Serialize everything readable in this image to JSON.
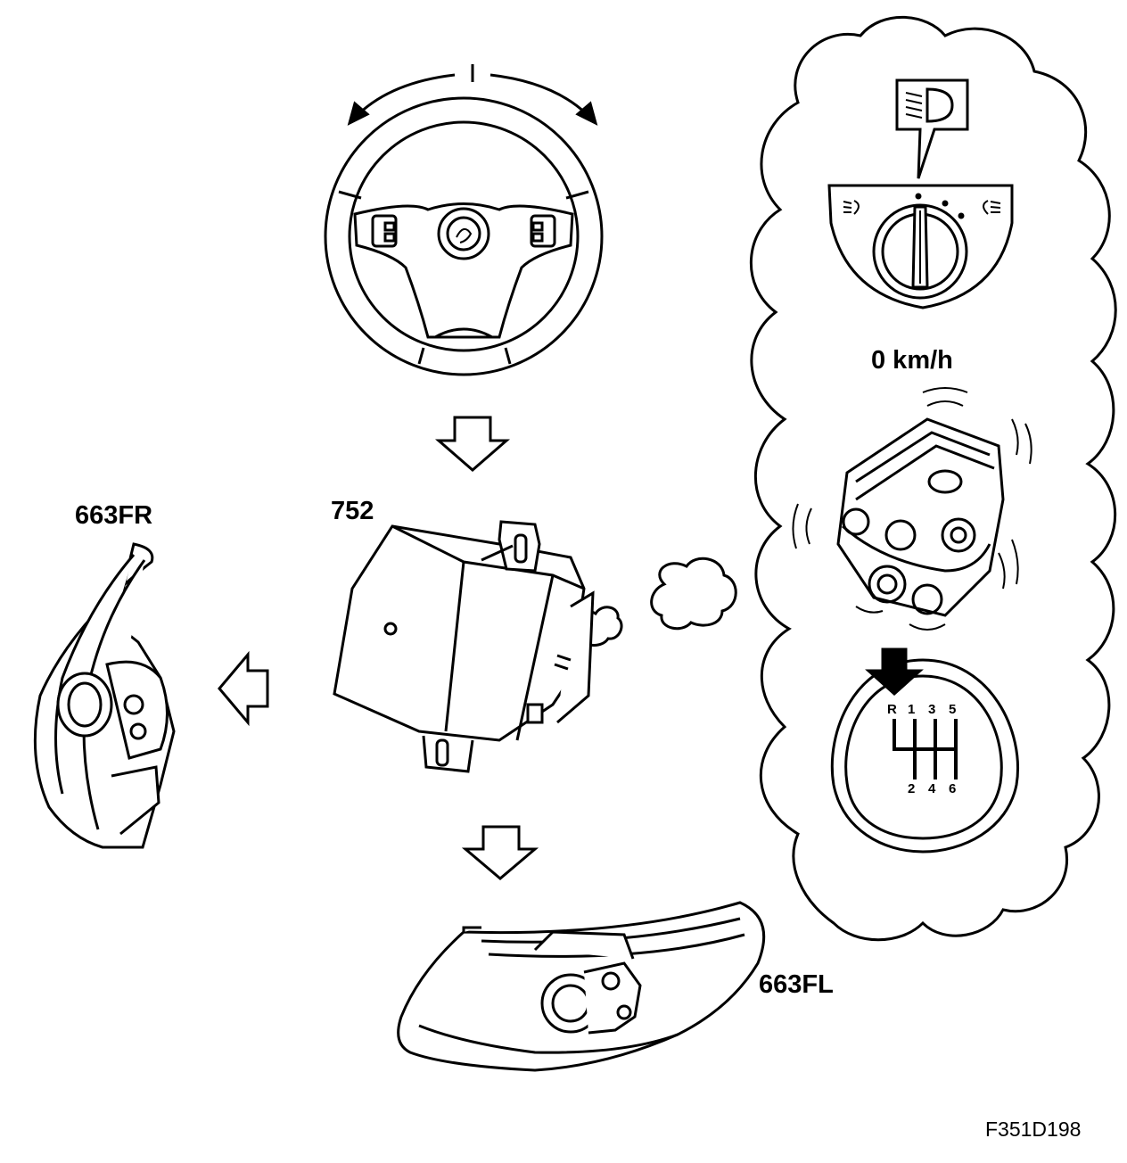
{
  "labels": {
    "control_module": "752",
    "headlamp_front_right": "663FR",
    "headlamp_front_left": "663FL",
    "vehicle_speed": "0 km/h",
    "figure_code": "F351D198"
  },
  "gear_pattern": {
    "top": [
      "R",
      "1",
      "3",
      "5"
    ],
    "bottom": [
      "2",
      "4",
      "6"
    ]
  },
  "icons": {
    "steering": "steering-wheel-icon",
    "light_switch": "headlamp-switch-icon",
    "engine": "engine-running-icon",
    "gear_knob": "gear-shift-knob-icon",
    "flow_arrow": "hollow-arrow-icon"
  },
  "colors": {
    "ink": "#000000",
    "paper": "#ffffff"
  }
}
